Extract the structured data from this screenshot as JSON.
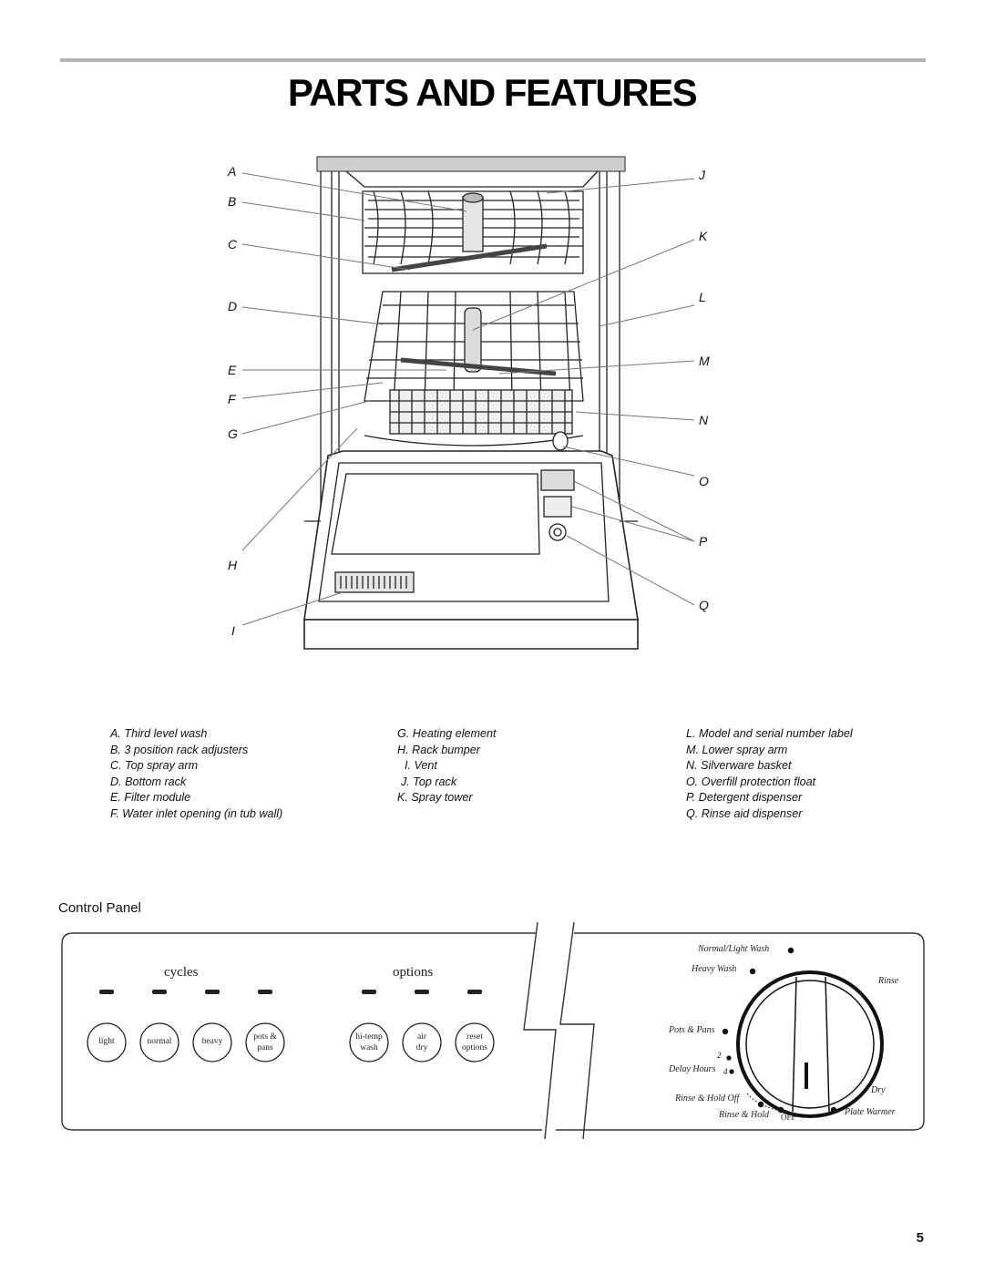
{
  "page": {
    "title": "PARTS AND FEATURES",
    "page_number": "5"
  },
  "callouts": {
    "left": [
      "A",
      "B",
      "C",
      "D",
      "E",
      "F",
      "G",
      "H",
      "I"
    ],
    "right": [
      "J",
      "K",
      "L",
      "M",
      "N",
      "O",
      "P",
      "Q"
    ]
  },
  "legend": {
    "col1": [
      "A. Third level wash",
      "B. 3 position rack adjusters",
      "C. Top spray arm",
      "D. Bottom rack",
      "E. Filter module",
      "F. Water inlet opening (in tub wall)"
    ],
    "col2": [
      "G. Heating element",
      "H. Rack bumper",
      "I. Vent",
      "J. Top rack",
      "K. Spray tower"
    ],
    "col3": [
      "L. Model and serial number label",
      "M. Lower spray arm",
      "N. Silverware basket",
      "O. Overfill protection float",
      "P. Detergent dispenser",
      "Q. Rinse aid dispenser"
    ]
  },
  "control_panel": {
    "section_title": "Control Panel",
    "cycles_label": "cycles",
    "options_label": "options",
    "cycle_buttons": [
      {
        "line1": "light",
        "line2": ""
      },
      {
        "line1": "normal",
        "line2": ""
      },
      {
        "line1": "heavy",
        "line2": ""
      },
      {
        "line1": "pots &",
        "line2": "pans"
      }
    ],
    "option_buttons": [
      {
        "line1": "hi-temp",
        "line2": "wash"
      },
      {
        "line1": "air",
        "line2": "dry"
      },
      {
        "line1": "reset",
        "line2": "options"
      }
    ],
    "dial": {
      "normal_light_wash": "Normal/Light Wash",
      "heavy_wash": "Heavy Wash",
      "rinse": "Rinse",
      "pots_pans": "Pots & Pans",
      "delay_hours": "Delay Hours",
      "delay_2": "2",
      "delay_4": "4",
      "rinse_hold_off_upper": "Rinse & Hold  Off",
      "dry": "Dry",
      "rinse_hold": "Rinse & Hold",
      "off": "OFF",
      "plate_warmer": "Plate Warmer"
    }
  }
}
